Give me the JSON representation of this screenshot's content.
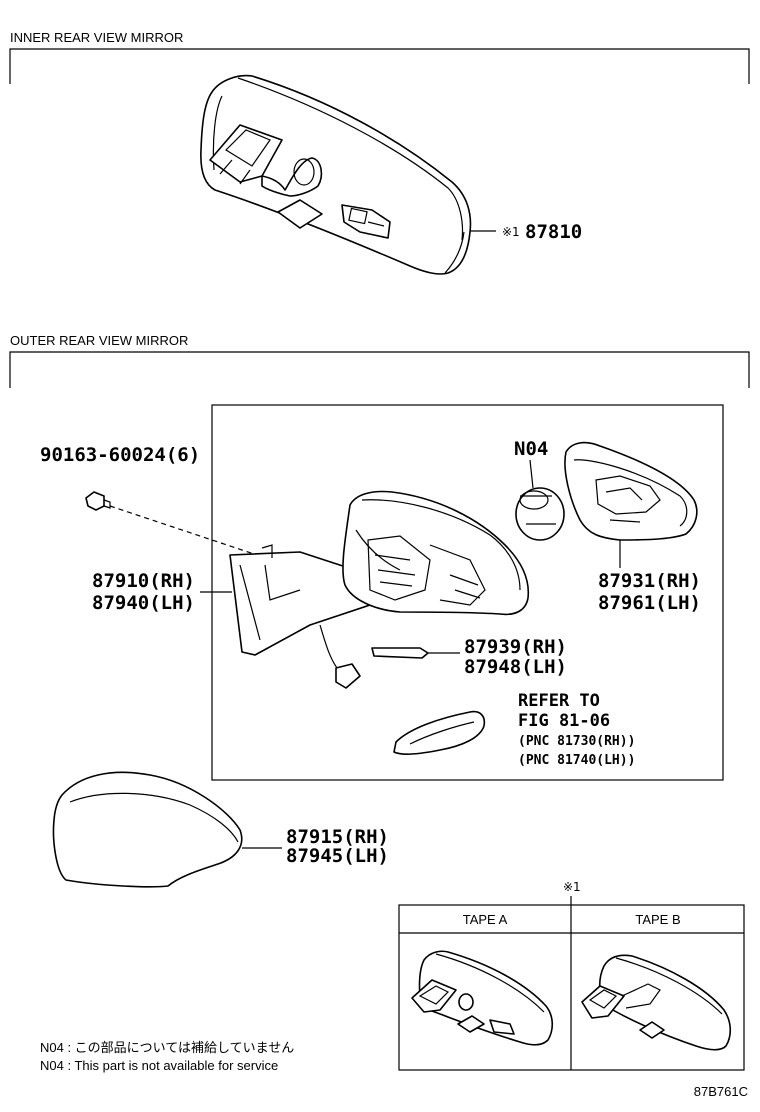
{
  "sections": {
    "inner_title": "INNER REAR VIEW MIRROR",
    "outer_title": "OUTER REAR VIEW MIRROR"
  },
  "parts": {
    "inner_mirror": {
      "mark": "※1",
      "number": "87810"
    },
    "bolt": "90163-60024(6)",
    "n04": "N04",
    "mirror_assy_rh": "87910(RH)",
    "mirror_assy_lh": "87940(LH)",
    "mirror_glass_rh": "87931(RH)",
    "mirror_glass_lh": "87961(LH)",
    "cover_small_rh": "87939(RH)",
    "cover_small_lh": "87948(LH)",
    "refer_line1": "REFER TO",
    "refer_line2": "FIG 81-06",
    "pnc_rh": "(PNC 81730(RH))",
    "pnc_lh": "(PNC 81740(LH))",
    "outer_cover_rh": "87915(RH)",
    "outer_cover_lh": "87945(LH)"
  },
  "tape_table": {
    "mark": "※1",
    "col_a": "TAPE A",
    "col_b": "TAPE B"
  },
  "notes": {
    "jp": "N04 :  この部品については補給していません",
    "en": "N04 :  This part is not available for service"
  },
  "figure_code": "87B761C"
}
